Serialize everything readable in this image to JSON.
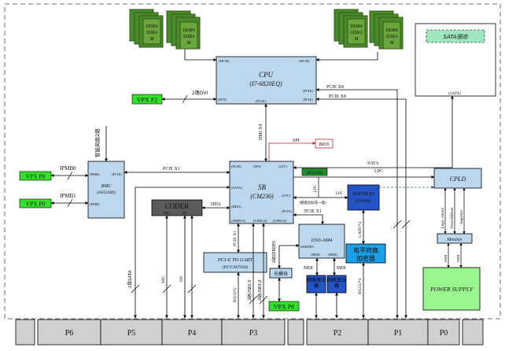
{
  "cpu": {
    "title": "CPU",
    "model": "(I7-6820EQ)",
    "port_mch_left": "(MCH)",
    "port_mch_right": "(MCH)",
    "port_dvi": "(DVI)",
    "port_pcie_bottom": "(PCIE)",
    "port_pcie_right_a": "(PCIE)",
    "port_pcie_right_b": "(PCIE)"
  },
  "sb": {
    "title": "SB",
    "model": "(CM236)",
    "port_pcie": "(PCIE)",
    "port_spi": "(SPI)",
    "port_lpc_top": "(LPC)",
    "port_sata": "(SATA)",
    "port_hda": "(HDA)",
    "port_lpc_right": "(LPC)",
    "port_pcie_right": "(PCIE)",
    "port_smbus": "(SMBUS)",
    "port_usb": "(USB2.0)",
    "port_bottom": "(USB3.0)"
  },
  "bmc": {
    "line1": "BMC",
    "line2": "(AST2400)",
    "port_pmb": "(PMB)",
    "port_pcie": "(PCIE)",
    "port_pmb2": "(PMB)"
  },
  "superio": {
    "line1": "SUPER IO",
    "line2": "(F81866)"
  },
  "cpld": {
    "label": "CPLD"
  },
  "monitor": {
    "label": "Monitor"
  },
  "power": {
    "label": "POWER SUPPLY"
  },
  "ssd": {
    "label": "SATA固态"
  },
  "bios": {
    "label": "BIOS"
  },
  "ast": {
    "label": "AST2400"
  },
  "coder": {
    "label": "CODER",
    "port_a": "MIC",
    "port_b": "HP"
  },
  "uart_bridge": {
    "line1": "PCI-E TO UART",
    "line2": "(PI7C9X7958)"
  },
  "phy": {
    "line1": "I350-AM4",
    "port_serdes": "SERDES",
    "port_mdi_a": "(MDI)",
    "port_mdi_b": "(MDI)"
  },
  "optical": {
    "label": "光模块"
  },
  "level_shift": {
    "line1": "电平转换",
    "line2": "加密器"
  },
  "transformer": {
    "label_a": "网络变压器",
    "label_b": "网络变压器"
  },
  "vpx": {
    "p2": "VPX P2",
    "p0a": "VPX P0",
    "p0b": "VPX P0",
    "p6": "VPX P6"
  },
  "ipmb": {
    "a": "IPMB0",
    "b": "IPMB1"
  },
  "ddr": {
    "line1": "DDR4",
    "line2": "SDRA",
    "line3": "M"
  },
  "slots": [
    "P6",
    "P5",
    "P4",
    "P3",
    "P2",
    "P1",
    "P0"
  ],
  "links": {
    "dvi": "2路DVI",
    "pcie_x8_a": "PCIE X8",
    "pcie_x8_b": "PCIE X8",
    "dmi": "DMI X4",
    "spi": "SPI",
    "sata": "SATA",
    "lpc": "LPC",
    "pcie_x1_bmc": "PCIE X1",
    "pcie_x1_sio": "PCIE X1",
    "pcie_x1_uart": "PCIE X1",
    "fan": "智能风扇2路",
    "hda": "HDA",
    "sata2": "2路SATA",
    "mic": "MIC",
    "hp": "HP",
    "usb_a": "2路USB2.0",
    "usb_b": "2路USB3.0",
    "rs232": "RS232*2",
    "serdes": "2路SERDES",
    "mdi_a": "MDI",
    "mdi_b": "MDI",
    "lpc2": "LPC",
    "uart4": "UART*4",
    "rs232_4": "RS232*4",
    "lpc_bus": "LPC",
    "logic": "Logic control",
    "power_reset": "Power&Reset",
    "sequence": "Sequence",
    "smb_a": "SMB",
    "smb_b": "SMB",
    "gpio": "(键盘鼠标等一般)",
    "sata_right": "(SATA)"
  }
}
